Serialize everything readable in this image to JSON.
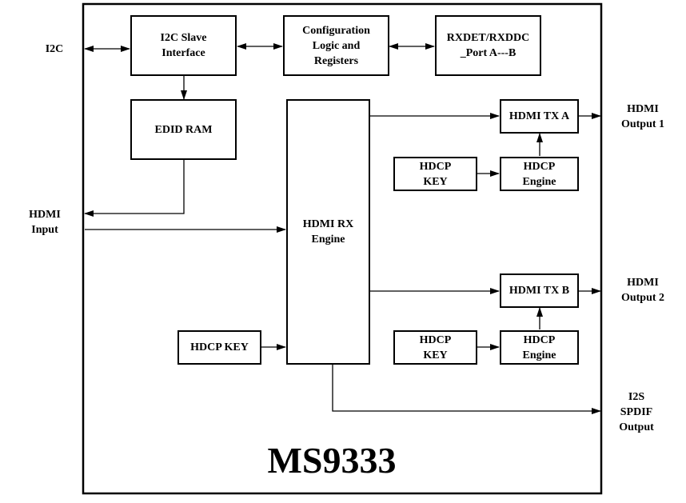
{
  "chip_name": "MS9333",
  "blocks": {
    "i2c_slave": "I2C Slave\nInterface",
    "config": "Configuration\nLogic and\nRegisters",
    "rxdet": "RXDET/RXDDC\n_Port A---B",
    "edid_ram": "EDID RAM",
    "hdmi_rx": "HDMI RX\nEngine",
    "hdmi_tx_a": "HDMI TX A",
    "hdmi_tx_b": "HDMI TX B",
    "hdcp_key_a": "HDCP\nKEY",
    "hdcp_engine_a": "HDCP\nEngine",
    "hdcp_key_b": "HDCP\nKEY",
    "hdcp_engine_b": "HDCP\nEngine",
    "hdcp_key_rx": "HDCP KEY"
  },
  "external_labels": {
    "i2c": "I2C",
    "hdmi_input": "HDMI\nInput",
    "hdmi_output_1": "HDMI\nOutput 1",
    "hdmi_output_2": "HDMI\nOutput 2",
    "audio_output": "I2S\nSPDIF\nOutput"
  }
}
